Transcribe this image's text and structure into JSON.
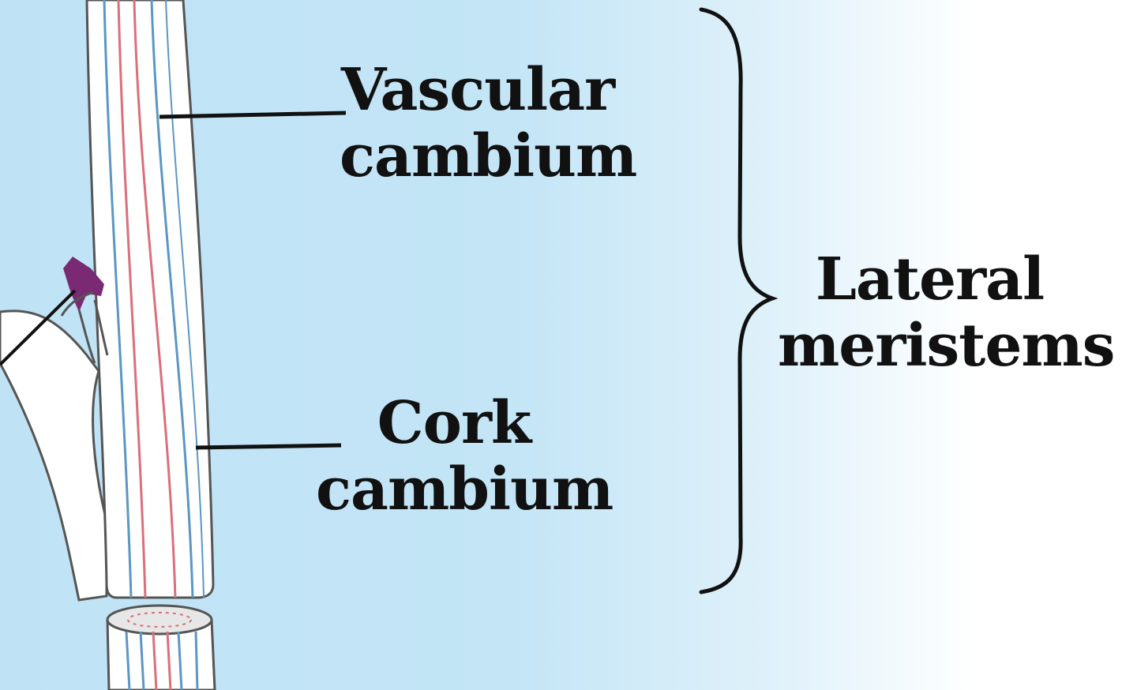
{
  "diagram": {
    "labels": {
      "vascular_cambium": {
        "line1": "Vascular",
        "line2": "cambium"
      },
      "cork_cambium": {
        "line1": "Cork",
        "line2": "cambium"
      },
      "lateral_meristems": {
        "line1": "Lateral",
        "line2": "meristems"
      }
    },
    "colors": {
      "background_blue": "#bfe3f5",
      "background_white": "#ffffff",
      "stem_fill": "#ffffff",
      "stem_outline": "#555555",
      "xylem_line": "#d9707a",
      "phloem_line": "#5b97c4",
      "bud": "#7a2a72",
      "leader_line": "#111111"
    }
  }
}
